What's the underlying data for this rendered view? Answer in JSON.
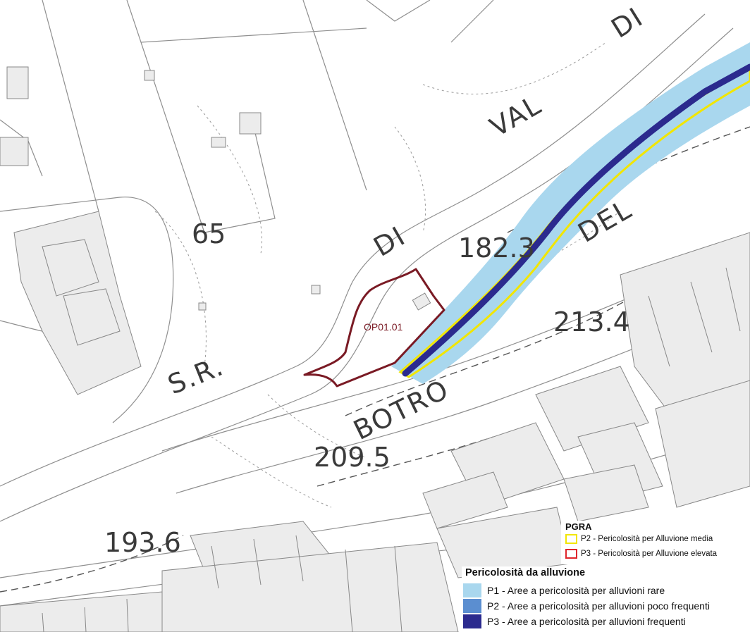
{
  "map": {
    "road_labels": {
      "val": "VAL",
      "di_top": "DI",
      "di_mid": "DI",
      "del": "DEL",
      "sr": "S.R.",
      "botro": "BOTRO"
    },
    "elevations": {
      "e65": "65",
      "e182": "182.3",
      "e213": "213.4",
      "e209": "209.5",
      "e193": "193.6"
    },
    "site_label": "OP01.01",
    "colors": {
      "p1": "#a9d7ee",
      "p2": "#5b8ed0",
      "p3": "#2b2a8e",
      "pgra_p2": "#f2e600",
      "pgra_p3": "#e0262c",
      "site": "#7a1a24",
      "building": "#ececec"
    }
  },
  "legend_pgra": {
    "title": "PGRA",
    "items": [
      {
        "label": "P2 - Pericolosità per Alluvione media",
        "color": "#f2e600"
      },
      {
        "label": "P3 - Pericolosità per Alluvione elevata",
        "color": "#e0262c"
      }
    ]
  },
  "legend_hazard": {
    "title": "Pericolosità da alluvione",
    "items": [
      {
        "label": "P1 - Aree a pericolosità per alluvioni rare",
        "color": "#a9d7ee"
      },
      {
        "label": "P2 - Aree a pericolosità per alluvioni poco frequenti",
        "color": "#5b8ed0"
      },
      {
        "label": "P3 - Aree a pericolosità per alluvioni frequenti",
        "color": "#2b2a8e"
      }
    ]
  }
}
